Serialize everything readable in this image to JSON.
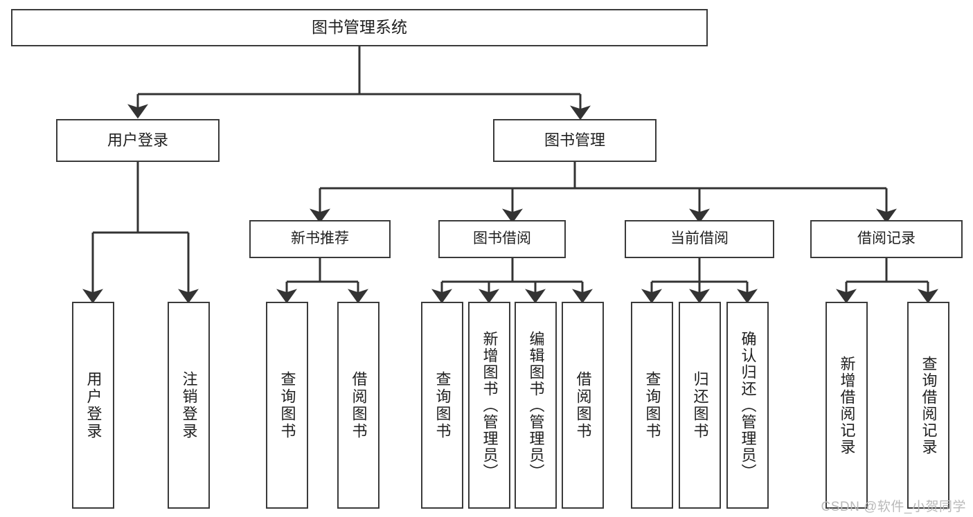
{
  "diagram": {
    "title": "图书管理系统",
    "type": "tree-hierarchy-diagram",
    "colors": {
      "box_border": "#3a3a3a",
      "box_fill": "#ffffff",
      "connector": "#333333",
      "text": "#1f1f1f",
      "watermark": "#b9b9b9"
    },
    "root": {
      "label": "图书管理系统"
    },
    "level2": [
      {
        "label": "用户登录"
      },
      {
        "label": "图书管理"
      }
    ],
    "level3": [
      {
        "label": "新书推荐"
      },
      {
        "label": "图书借阅"
      },
      {
        "label": "当前借阅"
      },
      {
        "label": "借阅记录"
      }
    ],
    "leaves": {
      "user_login": [
        {
          "label": "用户登录"
        },
        {
          "label": "注销登录"
        }
      ],
      "new_book_recommend": [
        {
          "label": "查询图书"
        },
        {
          "label": "借阅图书"
        }
      ],
      "book_borrow": [
        {
          "label": "查询图书"
        },
        {
          "label": "新增图书（管理员）"
        },
        {
          "label": "编辑图书（管理员）"
        },
        {
          "label": "借阅图书"
        }
      ],
      "current_borrow": [
        {
          "label": "查询图书"
        },
        {
          "label": "归还图书"
        },
        {
          "label": "确认归还（管理员）"
        }
      ],
      "borrow_record": [
        {
          "label": "新增借阅记录"
        },
        {
          "label": "查询借阅记录"
        }
      ]
    }
  },
  "watermark": {
    "text": "CSDN @软件_小贺同学"
  }
}
